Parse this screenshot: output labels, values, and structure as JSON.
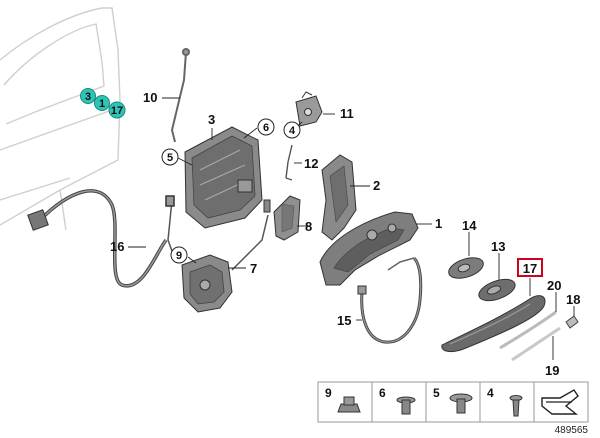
{
  "callouts": {
    "c1": "1",
    "c2": "2",
    "c3": "3",
    "c4": "4",
    "c5": "5",
    "c6": "6",
    "c7": "7",
    "c8": "8",
    "c9": "9",
    "c10": "10",
    "c11": "11",
    "c12": "12",
    "c13": "13",
    "c14": "14",
    "c15": "15",
    "c16": "16",
    "c17": "17",
    "c18": "18",
    "c19": "19",
    "c20": "20"
  },
  "circled": {
    "c3": "3",
    "c4": "4",
    "c5": "5",
    "c6": "6",
    "c9": "9"
  },
  "door_markers": {
    "m3": "3",
    "m1": "1",
    "m17": "17"
  },
  "fastener_table": {
    "cells": [
      "9",
      "6",
      "5",
      "4"
    ]
  },
  "catalog_number": "489565",
  "colors": {
    "highlight": "#2ec4b6",
    "selection_box": "#d0021b"
  }
}
